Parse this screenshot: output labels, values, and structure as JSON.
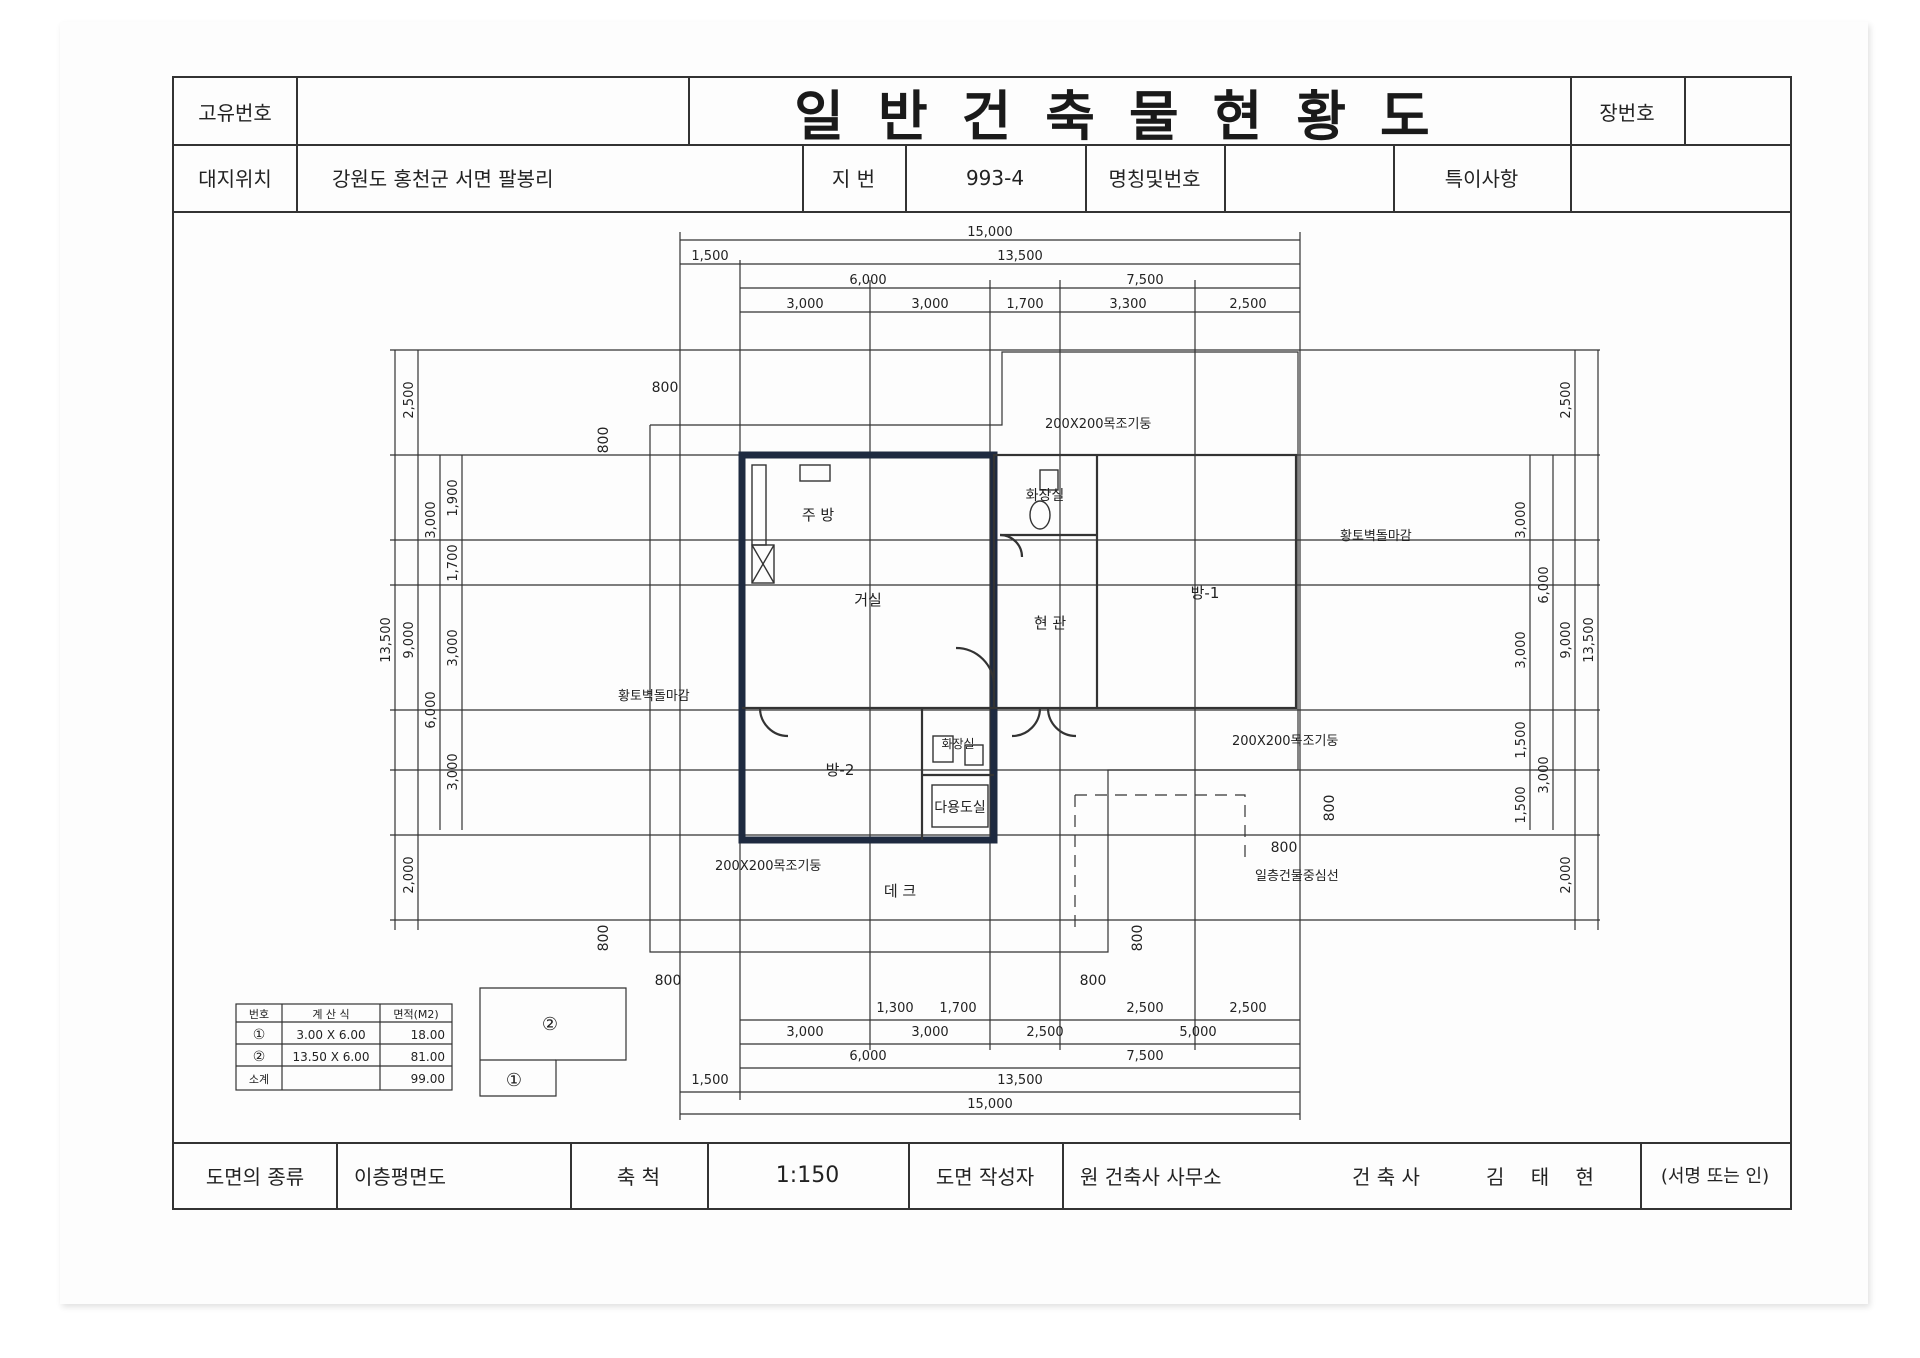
{
  "header": {
    "unique_no_label": "고유번호",
    "unique_no_value": "",
    "title": "일반건축물현황도",
    "sheet_no_label": "장번호",
    "sheet_no_value": ""
  },
  "site": {
    "location_label": "대지위치",
    "location_value": "강원도 홍천군 서면 팔봉리",
    "lot_label": "지 번",
    "lot_value": "993-4",
    "name_label": "명칭및번호",
    "name_value": "",
    "special_label": "특이사항",
    "special_value": ""
  },
  "footer": {
    "drawing_type_label": "도면의 종류",
    "drawing_type_value": "이층평면도",
    "scale_label": "축 척",
    "scale_value": "1:150",
    "author_label": "도면 작성자",
    "office": "원 건축사 사무소",
    "architect_label": "건 축 사",
    "architect_name": "김 태 현",
    "signature_label": "(서명 또는 인)"
  },
  "area_table": {
    "headers": [
      "번호",
      "계 산 식",
      "면적(M2)"
    ],
    "rows": [
      {
        "no": "①",
        "formula": "3.00 X 6.00",
        "area": "18.00"
      },
      {
        "no": "②",
        "formula": "13.50 X 6.00",
        "area": "81.00"
      },
      {
        "no": "소계",
        "formula": "",
        "area": "99.00"
      }
    ],
    "key_labels": [
      "②",
      "①"
    ]
  },
  "plan": {
    "rooms": {
      "kitchen": "주 방",
      "living": "거실",
      "toilet1": "화장실",
      "entrance": "현 관",
      "room1": "방-1",
      "room2": "방-2",
      "toilet2": "화장실",
      "utility": "다용도실",
      "deck": "데 크"
    },
    "notes": {
      "column_top": "200X200목조기둥",
      "column_mid": "200X200목조기둥",
      "column_bottom": "200X200목조기둥",
      "wall_finish_right": "황토벽돌마감",
      "wall_finish_left": "황토벽돌마감",
      "floor_center": "일층건물중심선"
    },
    "dims_top": {
      "total": "15,000",
      "overhang": "1,500",
      "main": "13,500",
      "part_a": "6,000",
      "part_b": "7,500",
      "s1": "3,000",
      "s2": "3,000",
      "s3": "1,700",
      "s4": "3,300",
      "s5": "2,500"
    },
    "dims_bottom": {
      "total": "15,000",
      "overhang": "1,500",
      "main": "13,500",
      "part_a": "6,000",
      "part_b": "7,500",
      "s1": "3,000",
      "s2": "3,000",
      "s3": "2,500",
      "s4": "5,000",
      "u1": "1,300",
      "u2": "1,700",
      "u3": "2,500",
      "u4": "2,500"
    },
    "dims_left": {
      "total": "13,500",
      "mid": "9,000",
      "top": "2,500",
      "bottom": "2,000",
      "a1": "3,000",
      "a2": "6,000",
      "b1": "1,900",
      "b2": "1,700",
      "b3": "3,000",
      "b4": "3,000"
    },
    "dims_right": {
      "total": "13,500",
      "mid": "9,000",
      "top": "2,500",
      "bottom": "2,000",
      "a1": "6,000",
      "a2": "3,000",
      "b1": "3,000",
      "b2": "3,000",
      "b3": "1,500",
      "b4": "1,500"
    },
    "offsets": [
      "800",
      "800",
      "800",
      "800",
      "800",
      "800",
      "800",
      "800",
      "800"
    ]
  }
}
